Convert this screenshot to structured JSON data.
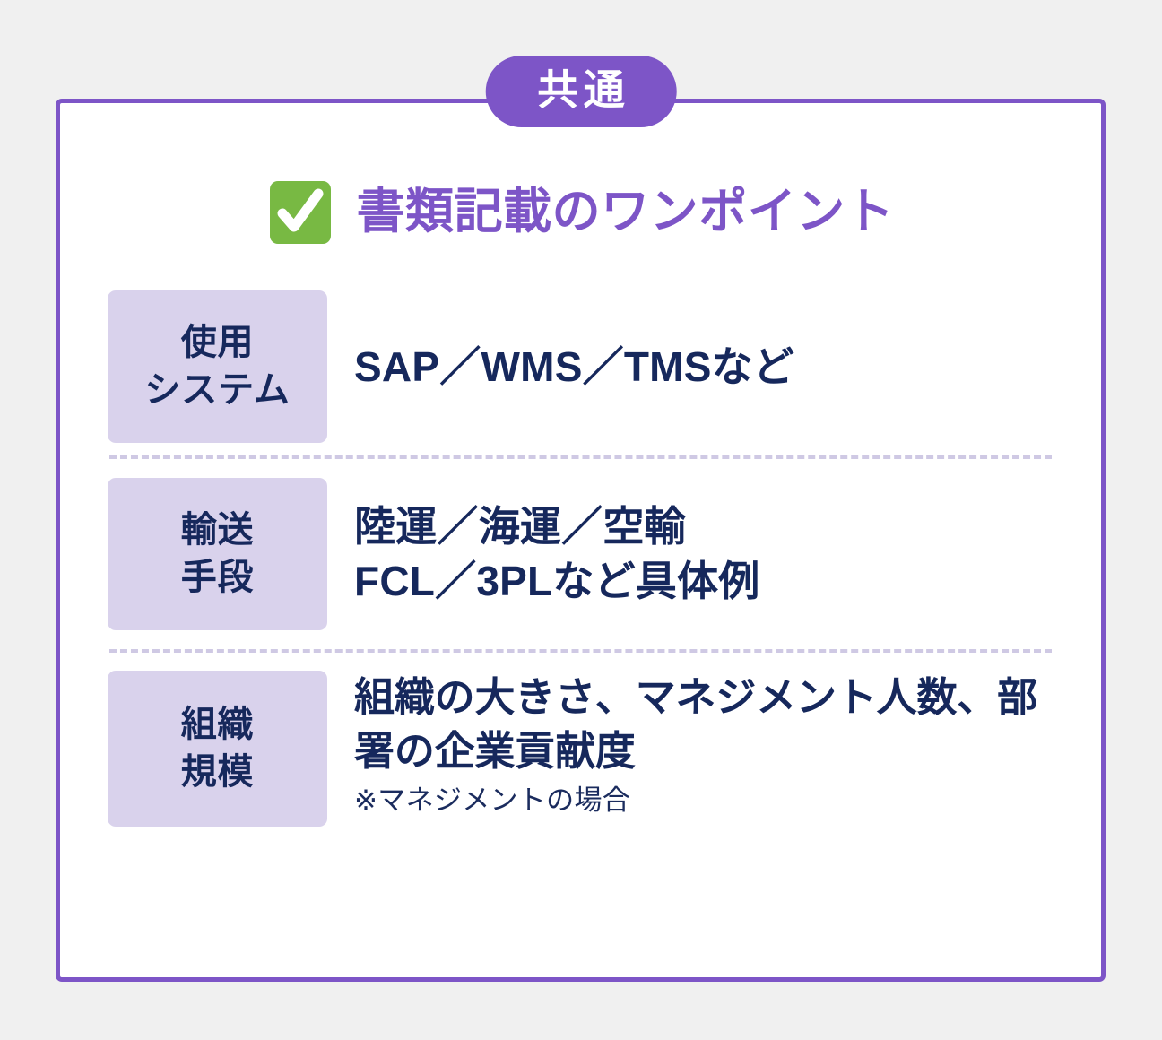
{
  "badge": {
    "label": "共通"
  },
  "heading": {
    "icon": "white-heavy-check-mark-icon",
    "title": "書類記載のワンポイント"
  },
  "colors": {
    "page_background": "#f0f0f0",
    "card_background": "#ffffff",
    "accent_purple": "#7d55c7",
    "chip_background": "#d9d2ec",
    "text_navy": "#16285c",
    "divider": "#cfc9e4",
    "check_green": "#78b943"
  },
  "rows": [
    {
      "label_line1": "使用",
      "label_line2": "システム",
      "content_line1": "SAP／WMS／TMSなど",
      "content_line2": "",
      "note": ""
    },
    {
      "label_line1": "輸送",
      "label_line2": "手段",
      "content_line1": "陸運／海運／空輸",
      "content_line2": "FCL／3PLなど具体例",
      "note": ""
    },
    {
      "label_line1": "組織",
      "label_line2": "規模",
      "content_line1": "組織の大きさ、マネジメント人数、部署の企業貢献度",
      "content_line2": "",
      "note": "※マネジメントの場合"
    }
  ]
}
